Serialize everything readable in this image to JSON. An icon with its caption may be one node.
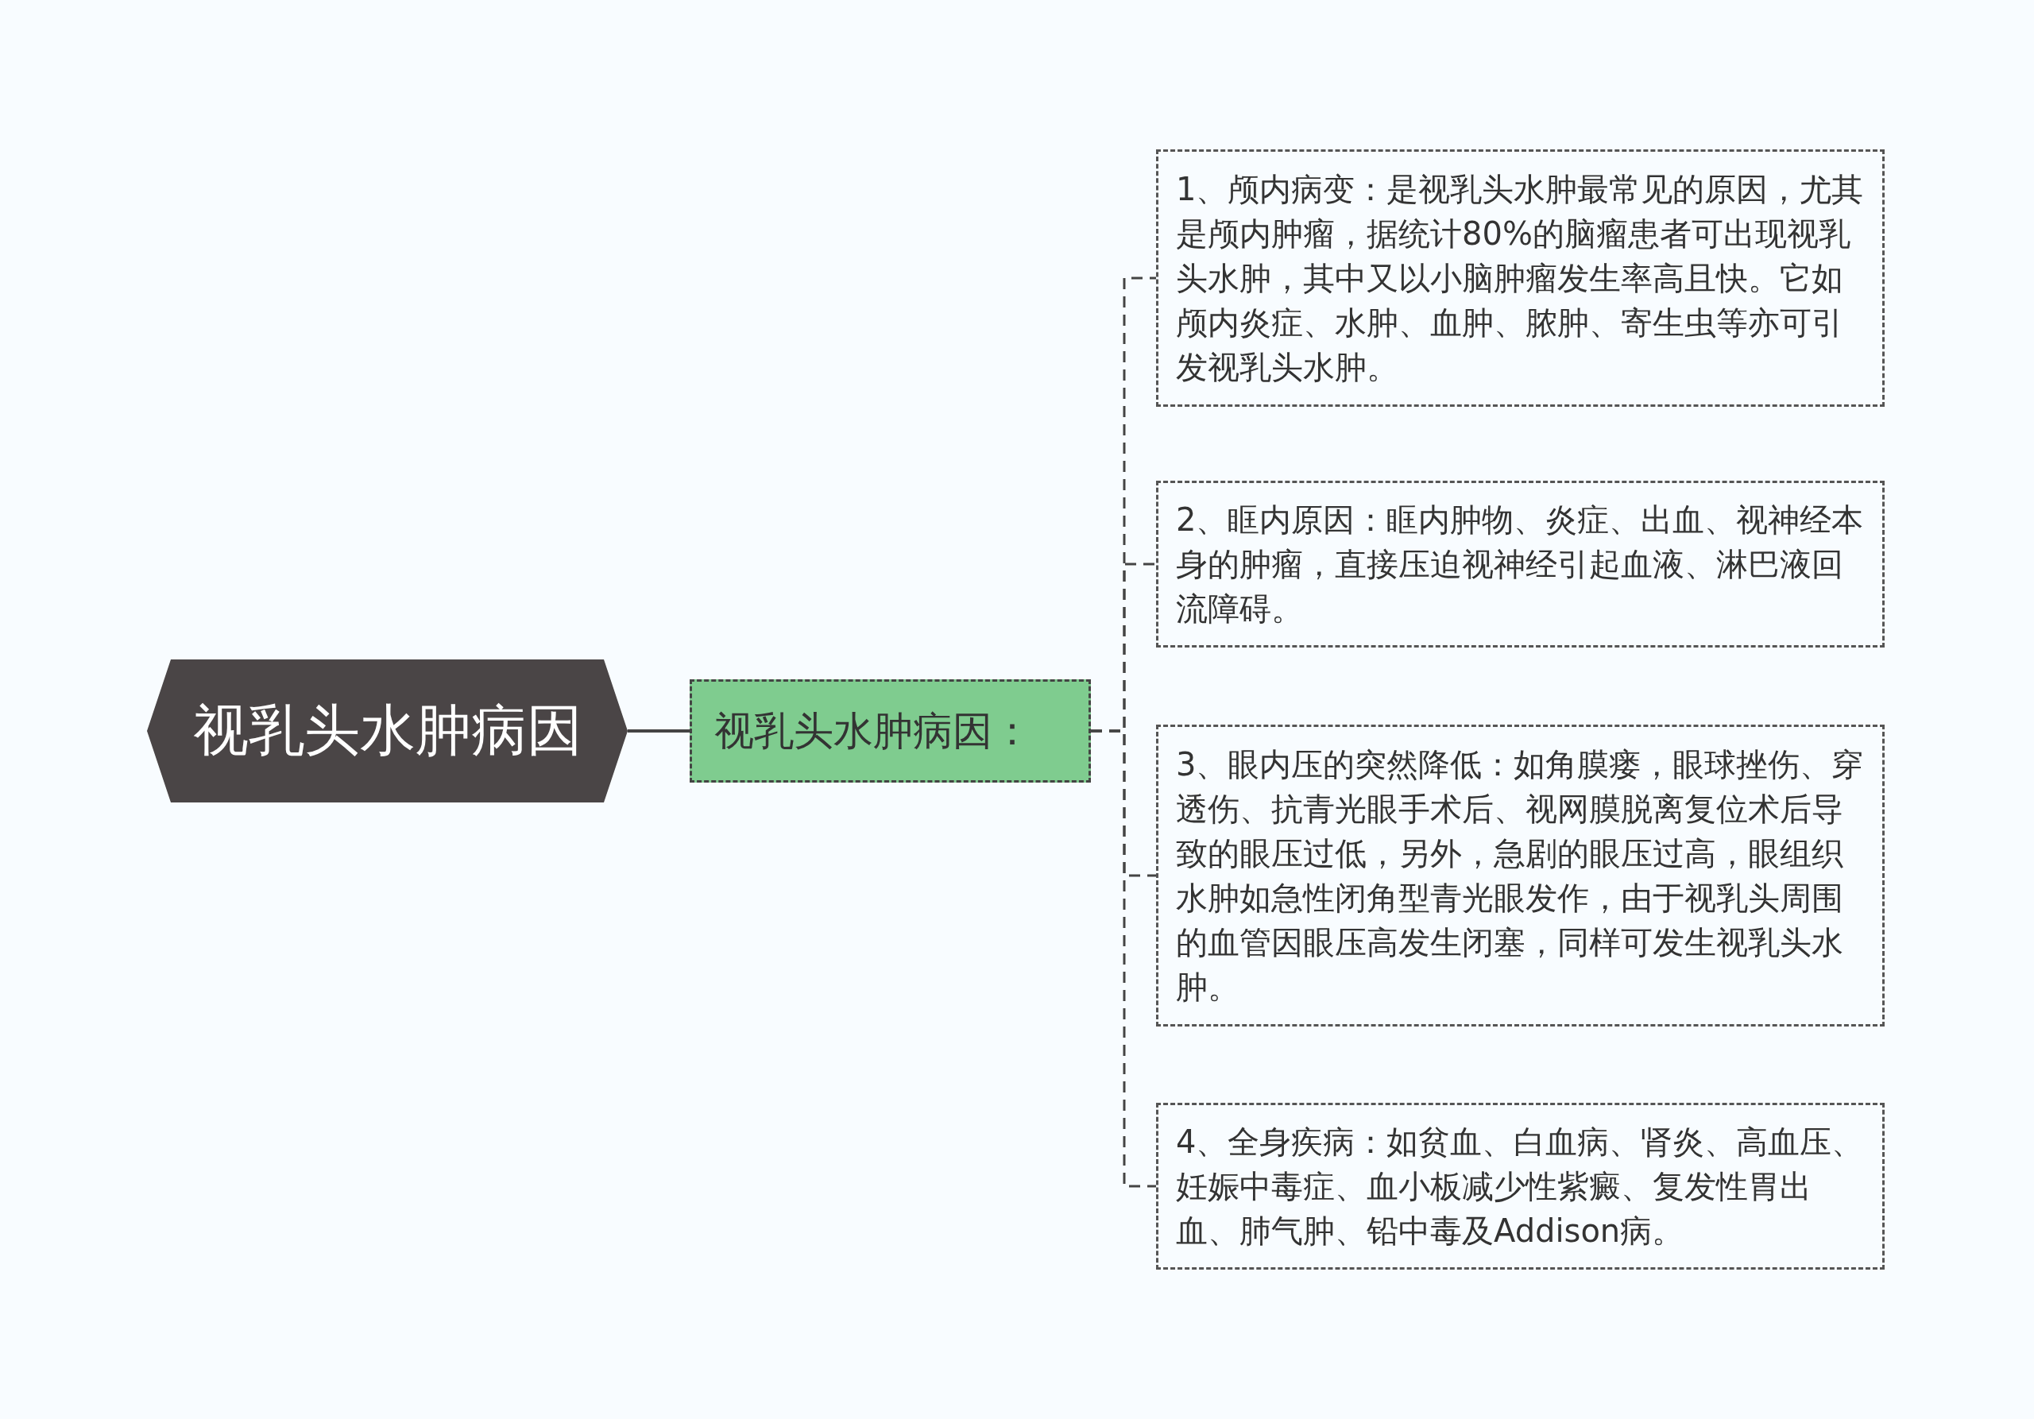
{
  "diagram": {
    "nodes": [
      {
        "text": [
          "视乳头水肿病因"
        ]
      },
      {
        "text": [
          "视乳头水肿病因："
        ]
      },
      {
        "text": [
          "1、颅内病变：是视乳头水肿最常见的原因，尤其是颅内肿瘤，据统计80%的脑瘤患者可出现视乳头水肿，其中又以小脑肿瘤发生率高且快。它如颅内炎症、水肿、血肿、脓肿、寄生虫等亦可引发视乳头水肿。"
        ]
      },
      {
        "text": [
          "2、眶内原因：眶内肿物、炎症、出血、视神经本身的肿瘤，直接压迫视神经引起血液、淋巴液回流障碍。"
        ]
      },
      {
        "text": [
          "3、眼内压的突然降低：如角膜瘘，眼球挫伤、穿透伤、抗青光眼手术后、视网膜脱离复位术后导致的眼压过低，另外，急剧的眼压过高，眼组织水肿如急性闭角型青光眼发作，由于视乳头周围的血管因眼压高发生闭塞，同样可发生视乳头水肿。"
        ]
      },
      {
        "text": [
          "4、全身疾病：如贫血、白血病、肾炎、高血压、妊娠中毒症、血小板减少性紫癜、复发性胃出血、肺气肿、铅中毒及Addison病。"
        ]
      }
    ],
    "edges": [
      {
        "from": 0,
        "to": 1,
        "arrow": "none"
      },
      {
        "from": 1,
        "to": 2,
        "arrow": "none",
        "style": "dashed"
      },
      {
        "from": 1,
        "to": 3,
        "arrow": "none",
        "style": "dashed"
      },
      {
        "from": 1,
        "to": 4,
        "arrow": "none",
        "style": "dashed"
      },
      {
        "from": 1,
        "to": 5,
        "arrow": "none",
        "style": "dashed"
      }
    ]
  }
}
